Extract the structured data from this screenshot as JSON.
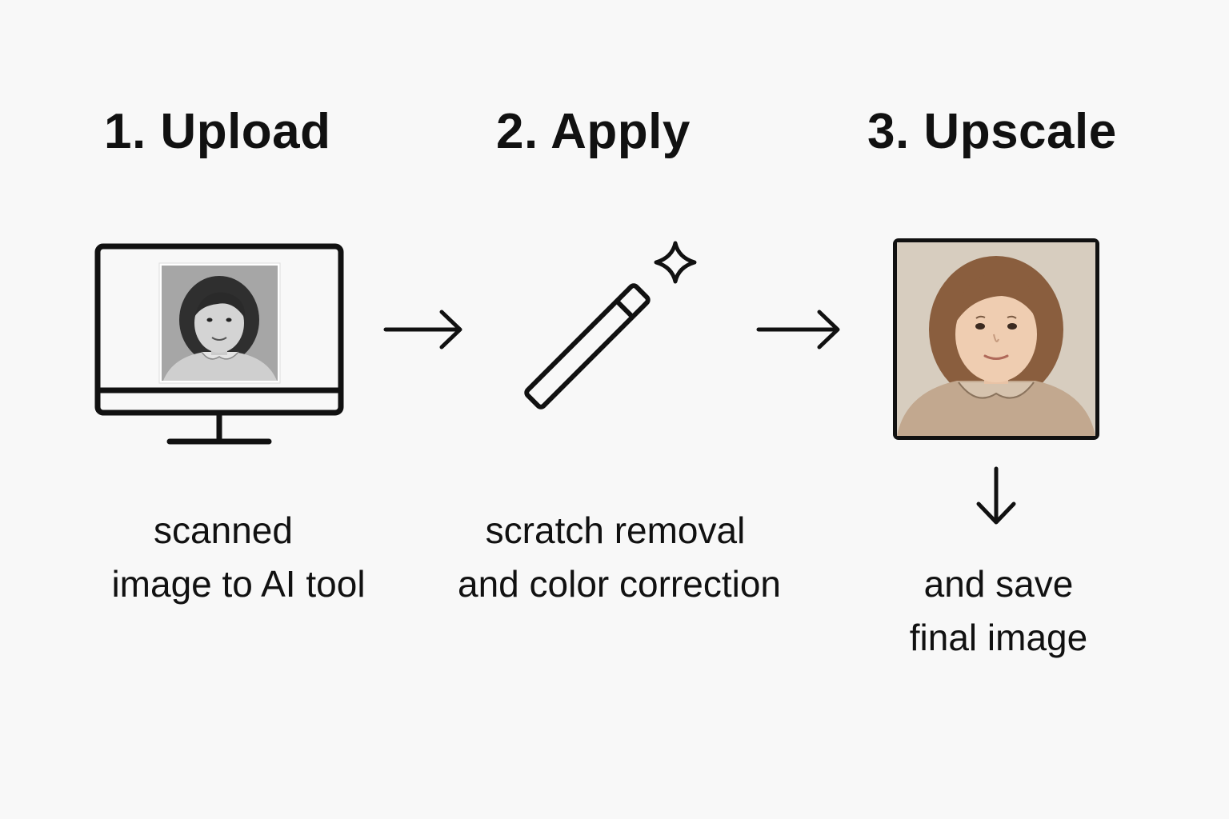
{
  "steps": [
    {
      "heading": "1. Upload",
      "caption_lines": [
        "scanned",
        "image to AI tool"
      ],
      "icon": "computer-monitor-icon"
    },
    {
      "heading": "2. Apply",
      "caption_lines": [
        "scratch removal",
        "and color correction"
      ],
      "icon": "magic-wand-icon"
    },
    {
      "heading": "3. Upscale",
      "caption_lines": [
        "and save",
        "final image"
      ],
      "icon": "color-portrait-photo"
    }
  ],
  "connectors": [
    "right-arrow-icon",
    "right-arrow-icon",
    "down-arrow-icon"
  ],
  "colors": {
    "background": "#f8f8f8",
    "ink": "#111111",
    "photo_bw_background": "#a9a9a9",
    "photo_color_background": "#d7cdbf",
    "hair_color": "#8a5e3e",
    "dress_color": "#c2a88f"
  }
}
